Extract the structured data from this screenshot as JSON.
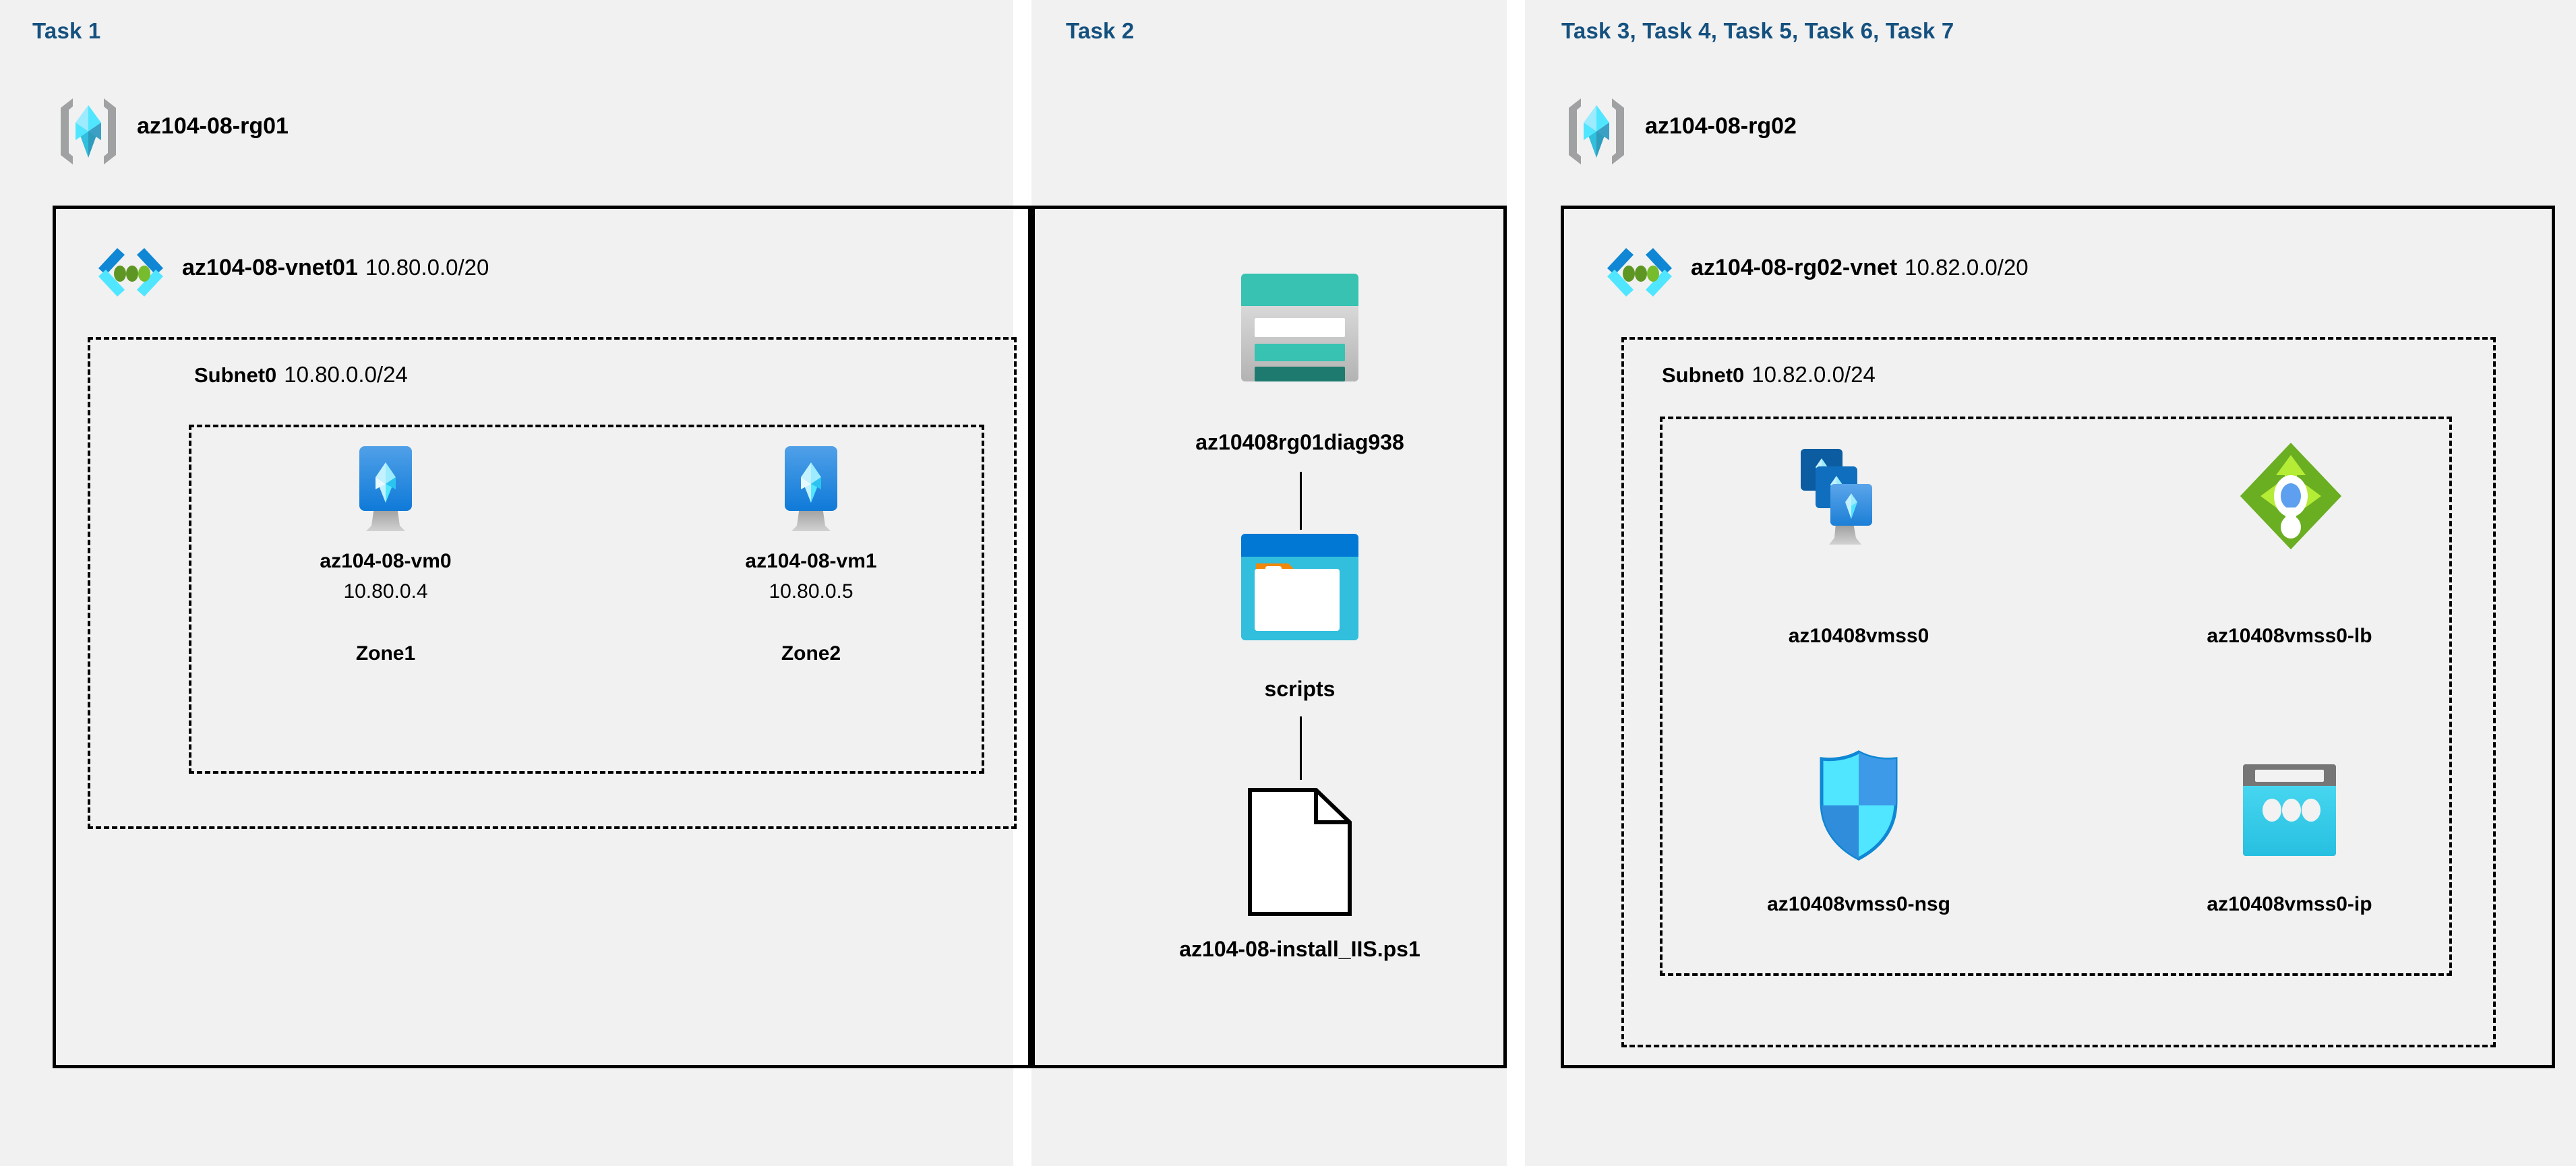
{
  "diagram": {
    "title": "Azure AZ-104 Lab 08 architecture",
    "background": "#ffffff",
    "panel_color": "#f1f1f1",
    "heading_color": "#15517f"
  },
  "columns": [
    {
      "id": "task1",
      "heading": "Task 1",
      "resource_group": {
        "name": "az104-08-rg01",
        "icon": "resource-group-icon"
      },
      "vnet": {
        "name": "az104-08-vnet01",
        "cidr": "10.80.0.0/20",
        "icon": "virtual-network-icon"
      },
      "subnet": {
        "name": "Subnet0",
        "cidr": "10.80.0.0/24"
      },
      "vms": [
        {
          "name": "az104-08-vm0",
          "ip": "10.80.0.4",
          "zone": "Zone1",
          "icon": "virtual-machine-icon"
        },
        {
          "name": "az104-08-vm1",
          "ip": "10.80.0.5",
          "zone": "Zone2",
          "icon": "virtual-machine-icon"
        }
      ]
    },
    {
      "id": "task2",
      "heading": "Task 2",
      "nodes": [
        {
          "name": "az10408rg01diag938",
          "icon": "storage-account-icon"
        },
        {
          "name": "scripts",
          "icon": "blob-container-icon"
        },
        {
          "name": "az104-08-install_IIS.ps1",
          "icon": "file-icon"
        }
      ]
    },
    {
      "id": "task3",
      "heading": "Task 3, Task 4, Task 5, Task 6, Task 7",
      "resource_group": {
        "name": "az104-08-rg02",
        "icon": "resource-group-icon"
      },
      "vnet": {
        "name": "az104-08-rg02-vnet",
        "cidr": "10.82.0.0/20",
        "icon": "virtual-network-icon"
      },
      "subnet": {
        "name": "Subnet0",
        "cidr": "10.82.0.0/24"
      },
      "resources": [
        {
          "name": "az10408vmss0",
          "icon": "vm-scale-set-icon"
        },
        {
          "name": "az10408vmss0-lb",
          "icon": "load-balancer-icon"
        },
        {
          "name": "az10408vmss0-nsg",
          "icon": "network-security-group-icon"
        },
        {
          "name": "az10408vmss0-ip",
          "icon": "public-ip-address-icon"
        }
      ]
    }
  ],
  "colors": {
    "azure_blue": "#0078d4",
    "cyan": "#32bedd",
    "light_cyan": "#9cebff",
    "gray": "#a0a1a2",
    "teal": "#37c2b1",
    "dark_teal": "#1e7a6e",
    "green": "#76bc2d",
    "light_green": "#b4ec36",
    "olive": "#5e9624",
    "orange": "#f2880a",
    "heading_blue": "#15517f"
  }
}
